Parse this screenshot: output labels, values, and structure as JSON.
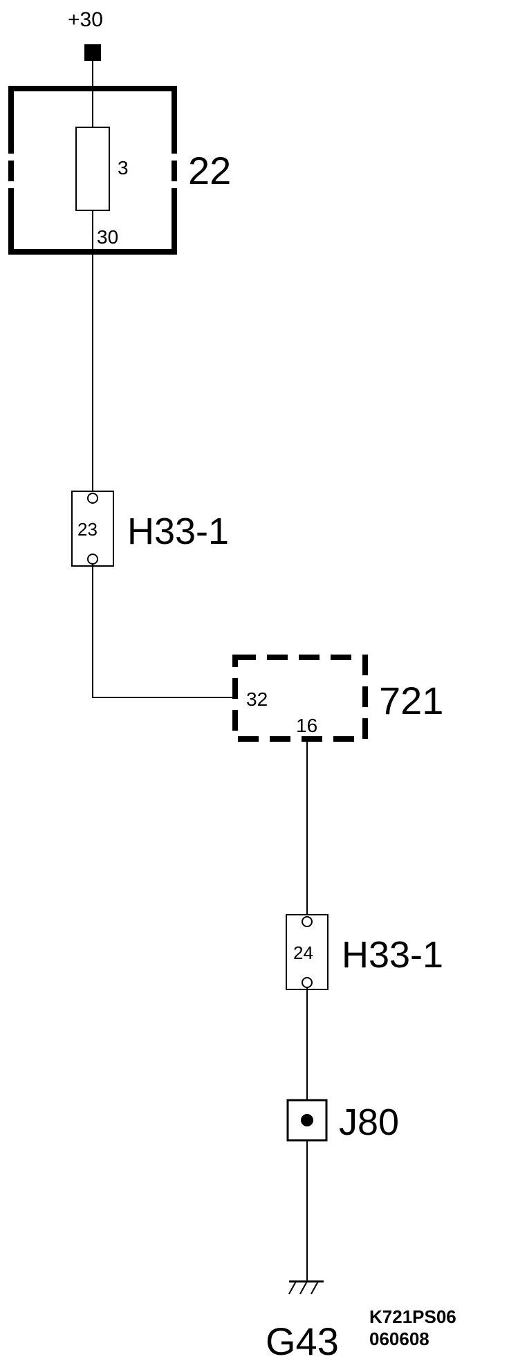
{
  "supply": {
    "label": "+30"
  },
  "fuse_box": {
    "id": "22",
    "fuse_number": "3",
    "terminal": "30"
  },
  "connector_top": {
    "pin": "23",
    "id": "H33-1"
  },
  "module": {
    "id": "721",
    "pin_in": "32",
    "pin_out": "16"
  },
  "connector_bottom": {
    "pin": "24",
    "id": "H33-1"
  },
  "junction": {
    "id": "J80"
  },
  "ground": {
    "id": "G43"
  },
  "drawing_ref": {
    "code": "K721PS06",
    "date": "060608"
  }
}
